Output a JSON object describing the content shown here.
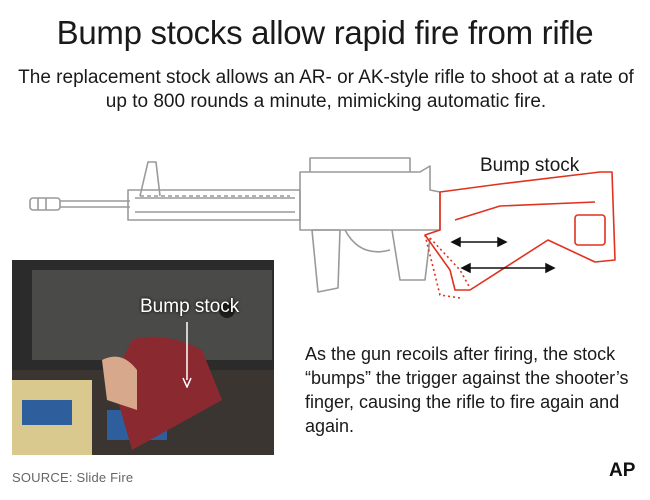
{
  "title": "Bump stocks allow rapid fire from rifle",
  "subtitle": "The replacement stock allows an AR- or AK-style rifle to shoot at a rate of up to 800 rounds a minute, mimicking automatic fire.",
  "diagram_label": "Bump stock",
  "photo_label": "Bump stock",
  "caption": "As the gun recoils after firing, the stock “bumps” the trigger against the shooter’s finger, causing the rifle to fire again and again.",
  "source": "SOURCE: Slide Fire",
  "logo_text": "AP",
  "colors": {
    "stock_outline": "#e0321e",
    "rifle_outline": "#9a9a9a",
    "stock_red": "#8a2a30"
  }
}
